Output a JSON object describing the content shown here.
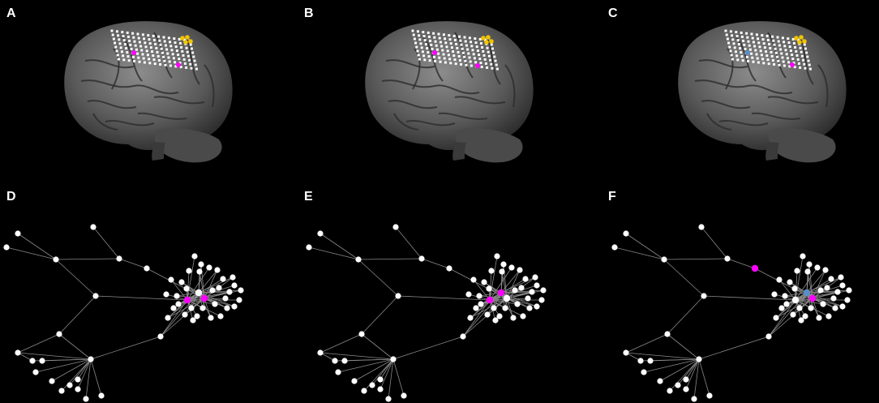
{
  "figure": {
    "panels": [
      {
        "id": "A",
        "label": "A",
        "kind": "brain",
        "magenta": [
          [
            -60,
            -10
          ],
          [
            -5,
            5
          ]
        ],
        "blue": []
      },
      {
        "id": "B",
        "label": "B",
        "kind": "brain",
        "magenta": [
          [
            -60,
            -10
          ],
          [
            -7,
            6
          ]
        ],
        "blue": []
      },
      {
        "id": "C",
        "label": "C",
        "kind": "brain",
        "magenta": [
          [
            -5,
            5
          ]
        ],
        "blue": [
          [
            -60,
            -10
          ]
        ]
      },
      {
        "id": "D",
        "label": "D",
        "kind": "network",
        "magenta": [
          42,
          43
        ],
        "blue": [],
        "white_highlight": [
          41
        ]
      },
      {
        "id": "E",
        "label": "E",
        "kind": "network",
        "magenta": [
          41,
          42
        ],
        "blue": [],
        "white_highlight": [
          43
        ]
      },
      {
        "id": "F",
        "label": "F",
        "kind": "network",
        "magenta": [
          5,
          43
        ],
        "blue": [
          41
        ],
        "white_highlight": [
          42
        ]
      }
    ]
  },
  "colors": {
    "background": "#000000",
    "node": "#ffffff",
    "edge": "#8a8a8a",
    "magenta": "#ff00ff",
    "blue": "#5a8ec8",
    "yellow": "#f0c400",
    "electrode": "#ffffff"
  }
}
